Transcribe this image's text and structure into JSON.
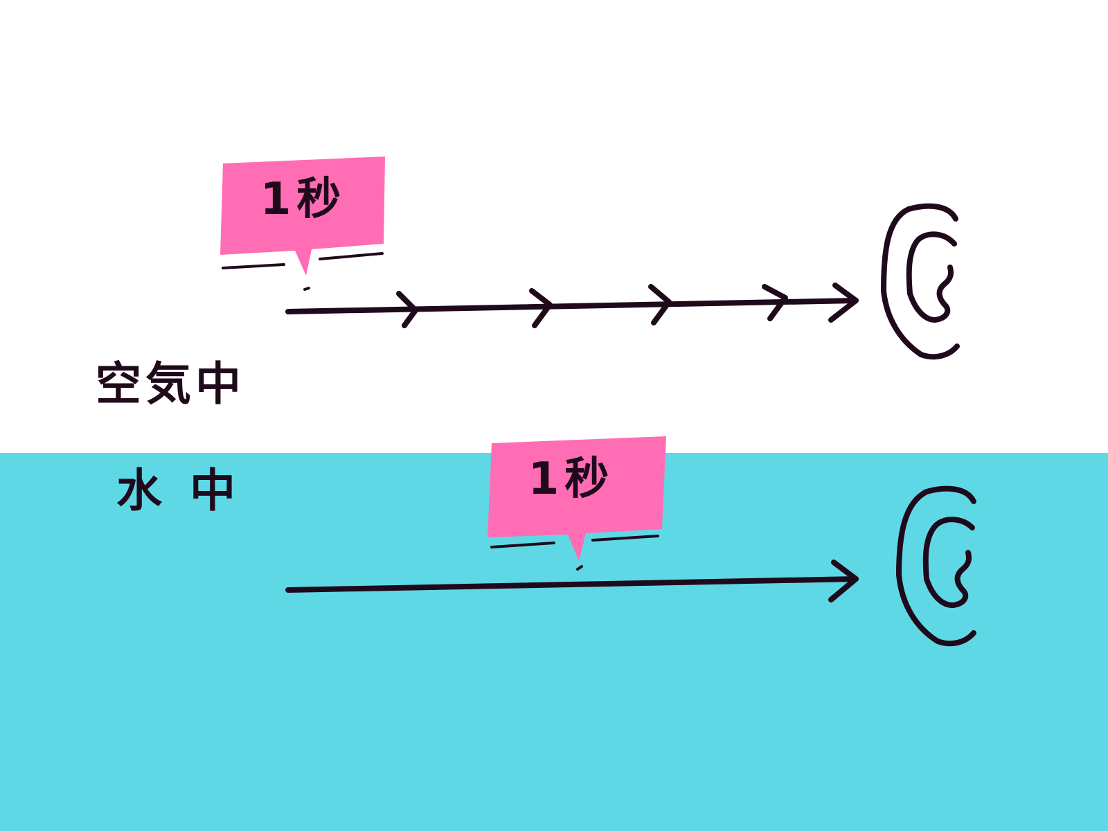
{
  "medium_air": {
    "label": "空気中"
  },
  "medium_water": {
    "label": "水中"
  },
  "bubble_air": {
    "text": "1秒"
  },
  "bubble_water": {
    "text": "1秒"
  },
  "colors": {
    "water": "#5fd8e6",
    "bubble": "#ff6eb4",
    "ink": "#1f0a1c",
    "background": "#ffffff"
  },
  "icons": [
    "ear-icon",
    "ear-icon"
  ]
}
